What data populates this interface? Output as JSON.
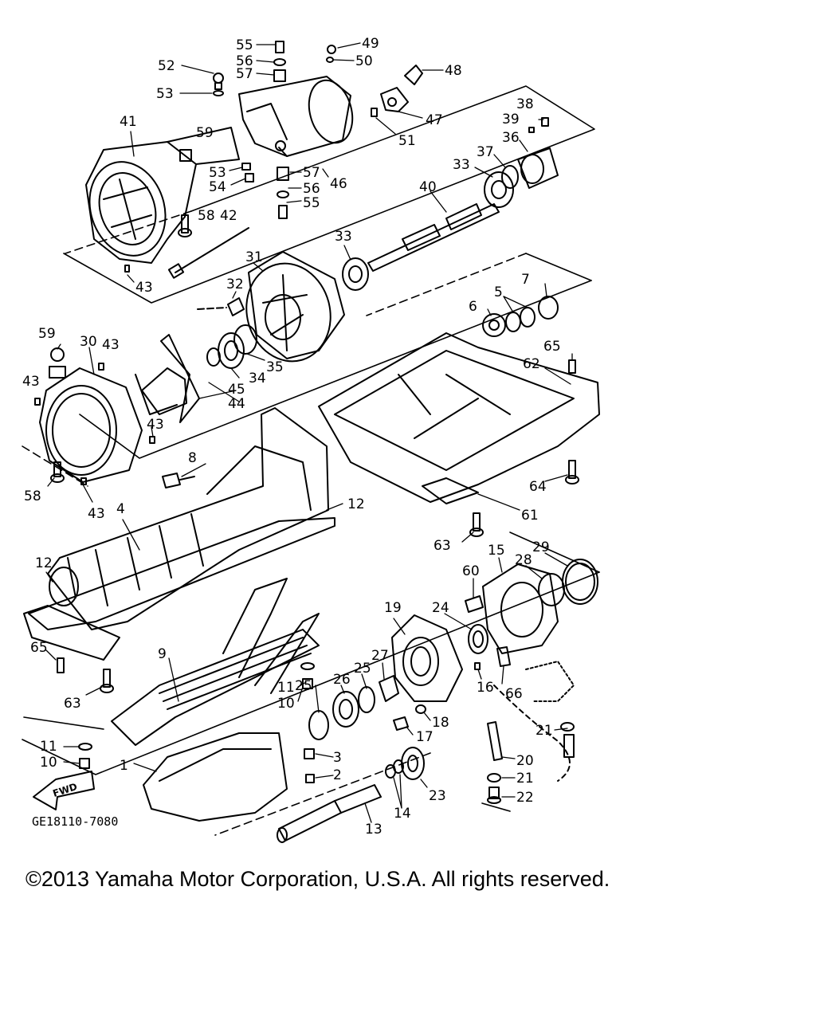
{
  "labels": {
    "l1": "1",
    "l2": "2",
    "l3": "3",
    "l4": "4",
    "l5": "5",
    "l6": "6",
    "l7": "7",
    "l8": "8",
    "l9": "9",
    "l10a": "10",
    "l10b": "10",
    "l11a": "11",
    "l11b": "11",
    "l12a": "12",
    "l12b": "12",
    "l13": "13",
    "l14": "14",
    "l15": "15",
    "l16": "16",
    "l17": "17",
    "l18": "18",
    "l19": "19",
    "l20": "20",
    "l21a": "21",
    "l21b": "21",
    "l22": "22",
    "l23": "23",
    "l24": "24",
    "l25a": "25",
    "l25b": "25",
    "l26": "26",
    "l27": "27",
    "l28": "28",
    "l29": "29",
    "l30": "30",
    "l31": "31",
    "l32": "32",
    "l33a": "33",
    "l33b": "33",
    "l34": "34",
    "l35": "35",
    "l36": "36",
    "l37": "37",
    "l38": "38",
    "l39": "39",
    "l40": "40",
    "l41": "41",
    "l42": "42",
    "l43a": "43",
    "l43b": "43",
    "l43c": "43",
    "l43d": "43",
    "l43e": "43",
    "l44": "44",
    "l45": "45",
    "l46": "46",
    "l47": "47",
    "l48": "48",
    "l49": "49",
    "l50": "50",
    "l51": "51",
    "l52": "52",
    "l53a": "53",
    "l53b": "53",
    "l54": "54",
    "l55a": "55",
    "l55b": "55",
    "l56a": "56",
    "l56b": "56",
    "l57a": "57",
    "l57b": "57",
    "l58a": "58",
    "l58b": "58",
    "l59a": "59",
    "l59b": "59",
    "l60": "60",
    "l61": "61",
    "l62": "62",
    "l63a": "63",
    "l63b": "63",
    "l64": "64",
    "l65a": "65",
    "l65b": "65",
    "l66": "66"
  },
  "fwd_label": "FWD",
  "diagram_code": "GE18110-7080",
  "copyright": "©2013 Yamaha Motor Corporation, U.S.A. All rights reserved."
}
